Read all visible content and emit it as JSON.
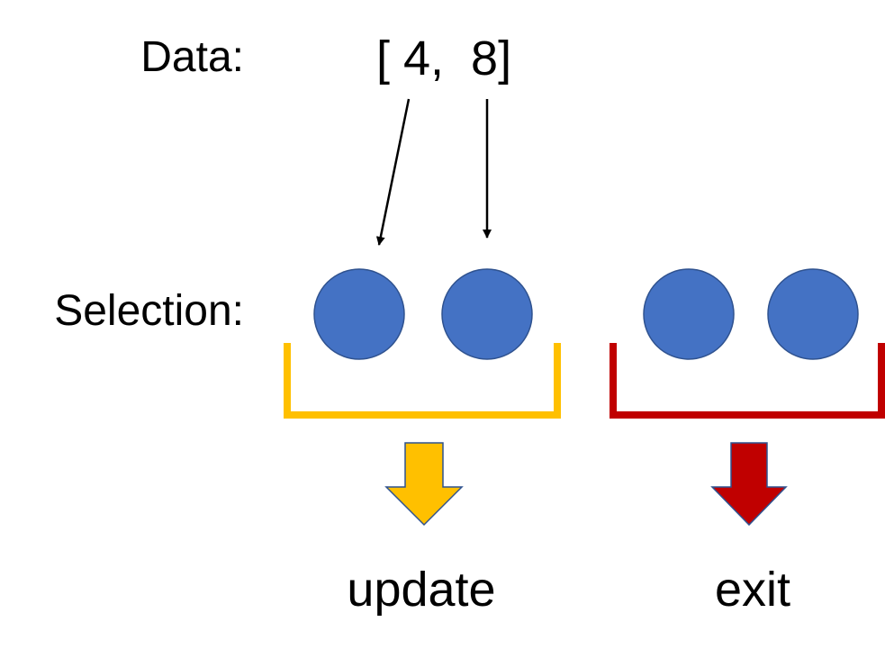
{
  "data_label": "Data:",
  "data_array": "[ 4,  8]",
  "selection_label": "Selection:",
  "update_label": "update",
  "exit_label": "exit",
  "colors": {
    "circle_fill": "#4472C4",
    "circle_stroke": "#2F528F",
    "update_color": "#FFC000",
    "exit_color": "#C00000",
    "arrow_outline": "#2F528F"
  }
}
